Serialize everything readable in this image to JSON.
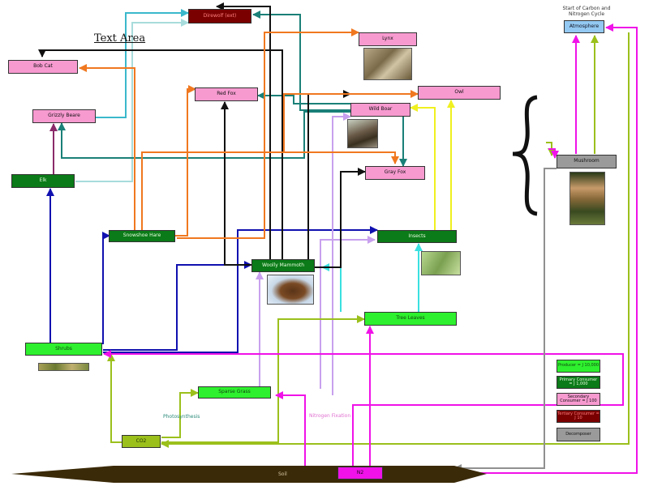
{
  "title": "Text Area",
  "cycle_note": "Start of Carbon and Nitrogen Cycle",
  "nodes": {
    "dire_wolf": "Direwolf (ext)",
    "lynx": "Lynx",
    "bob_cat": "Bob Cat",
    "red_fox": "Red Fox",
    "owl": "Owl",
    "grizzly": "Grizzly Beare",
    "wild_boar": "Wild Boar",
    "gray_fox": "Gray Fox",
    "elk": "Elk",
    "snowshoe_hare": "Snowshoe Hare",
    "insects": "Insects",
    "woolly_mammoth": "Woolly Mammoth",
    "tree_leaves": "Tree Leaves",
    "shrubs": "Shrubs",
    "sparse_grass": "Sparse Grass",
    "co2": "CO2",
    "n2": "N2",
    "soil": "Soil",
    "atmosphere": "Atmosphere",
    "mushroom": "Mushroom"
  },
  "edge_labels": {
    "photosynthesis": "Photosynthesis",
    "nitrogen_fixation": "Nitrogen Fixation"
  },
  "legend": {
    "producer": "Producer = J 10,000",
    "primary": "Primary Consumer = J 1,000",
    "secondary": "Secondary Consumer = J 100",
    "tertiary": "Tertiary Consumer = J 10",
    "decomposer": "Decomposer"
  },
  "colors": {
    "secondary": "#f79ad0",
    "primary": "#0b7a18",
    "producer": "#2ef02e",
    "tertiary": "#7a0000",
    "decomposer": "#9a9a9a",
    "atmosphere": "#93c9f2",
    "co2": "#9bc01c",
    "n2": "#f012e8",
    "soil": "#3b2a08"
  },
  "icons": {
    "lynx": "lynx-photo",
    "boar": "wild-boar-photo",
    "mammoth": "woolly-mammoth-photo",
    "insects": "insect-photo",
    "shrubs": "shrubs-photo",
    "mushroom": "mushroom-photo",
    "brace": "curly-brace-icon"
  }
}
